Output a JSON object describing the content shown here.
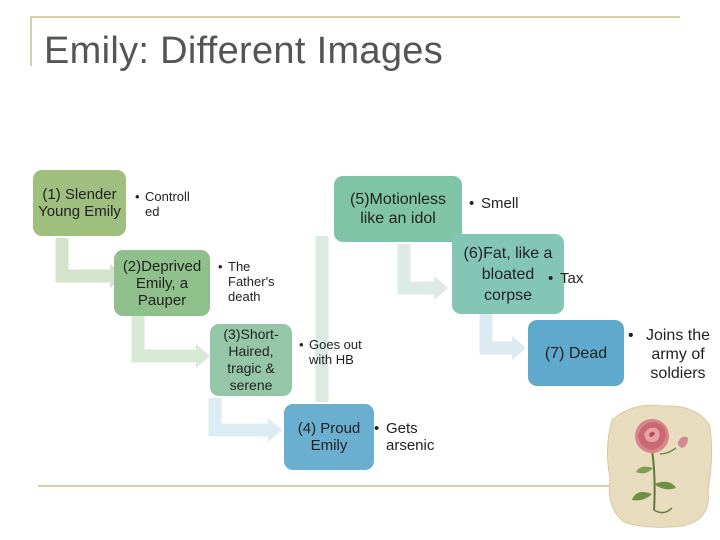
{
  "slide": {
    "title": "Emily: Different Images"
  },
  "stages": [
    {
      "label": "(1) Slender Young Emily",
      "note": "Controll ed"
    },
    {
      "label": "(2)Deprived Emily, a Pauper",
      "note": "The Father's death"
    },
    {
      "label": "(3)Short-Haired, tragic & serene",
      "note": "Goes out with HB"
    },
    {
      "label": "(4) Proud Emily",
      "note": "Gets arsenic"
    },
    {
      "label": "(5)Motionless like an idol",
      "note": "Smell"
    },
    {
      "label": "(6)Fat, like a bloated corpse",
      "note": "Tax"
    },
    {
      "label": "(7) Dead",
      "note": "Joins the army of soldiers"
    }
  ],
  "bullet": "•",
  "colors": {
    "stage1": "#9fbf7f",
    "stage2": "#8fc08c",
    "stage3": "#96c6a8",
    "stage4": "#6aaed0",
    "stage5": "#7fc4a6",
    "stage6": "#84c6b6",
    "stage7": "#5fa9cc",
    "title_rule": "#d7cfa6",
    "flower_bg": "#e8dcbf"
  },
  "icons": {
    "decoration": "rose-flower-image"
  }
}
